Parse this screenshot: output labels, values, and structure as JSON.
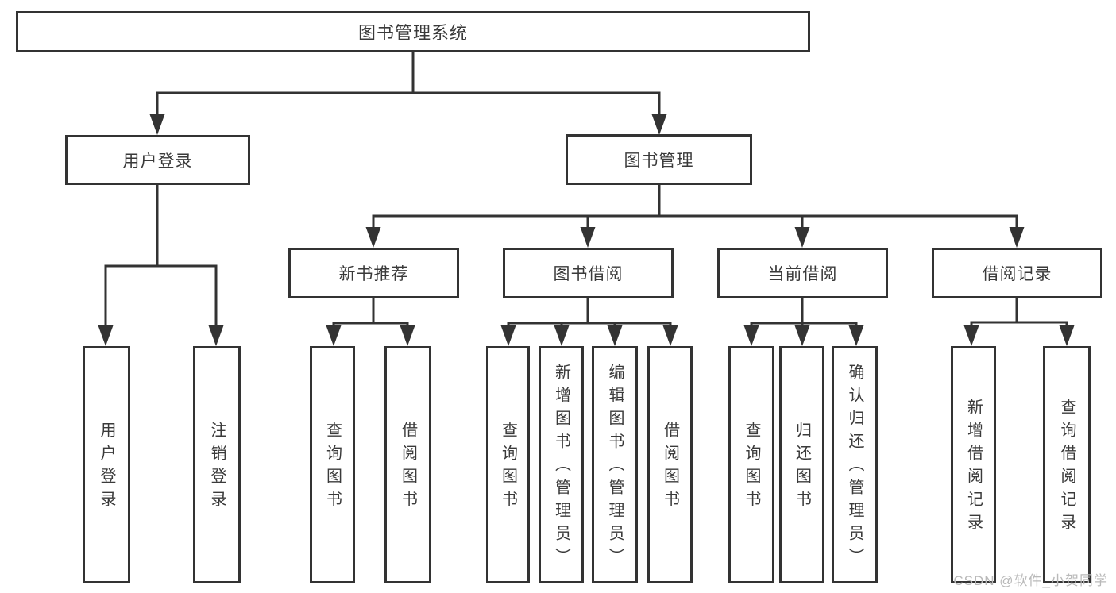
{
  "diagram": {
    "root": {
      "label": "图书管理系统"
    },
    "level2": [
      {
        "label": "用户登录"
      },
      {
        "label": "图书管理"
      }
    ],
    "level3": [
      {
        "label": "新书推荐",
        "parent": "图书管理"
      },
      {
        "label": "图书借阅",
        "parent": "图书管理"
      },
      {
        "label": "当前借阅",
        "parent": "图书管理"
      },
      {
        "label": "借阅记录",
        "parent": "图书管理"
      }
    ],
    "leaves": [
      {
        "label": "用户登录",
        "parent": "用户登录"
      },
      {
        "label": "注销登录",
        "parent": "用户登录"
      },
      {
        "label": "查询图书",
        "parent": "新书推荐"
      },
      {
        "label": "借阅图书",
        "parent": "新书推荐"
      },
      {
        "label": "查询图书",
        "parent": "图书借阅"
      },
      {
        "label": "新增图书（管理员）",
        "parent": "图书借阅"
      },
      {
        "label": "编辑图书（管理员）",
        "parent": "图书借阅"
      },
      {
        "label": "借阅图书",
        "parent": "图书借阅"
      },
      {
        "label": "查询图书",
        "parent": "当前借阅"
      },
      {
        "label": "归还图书",
        "parent": "当前借阅"
      },
      {
        "label": "确认归还（管理员）",
        "parent": "当前借阅"
      },
      {
        "label": "新增借阅记录",
        "parent": "借阅记录"
      },
      {
        "label": "查询借阅记录",
        "parent": "借阅记录"
      }
    ]
  },
  "watermark": {
    "text": "CSDN @软件_小贺同学"
  },
  "colors": {
    "line": "#333333",
    "text": "#3a3a3a",
    "watermark": "#b9b9b9",
    "background": "#ffffff"
  }
}
